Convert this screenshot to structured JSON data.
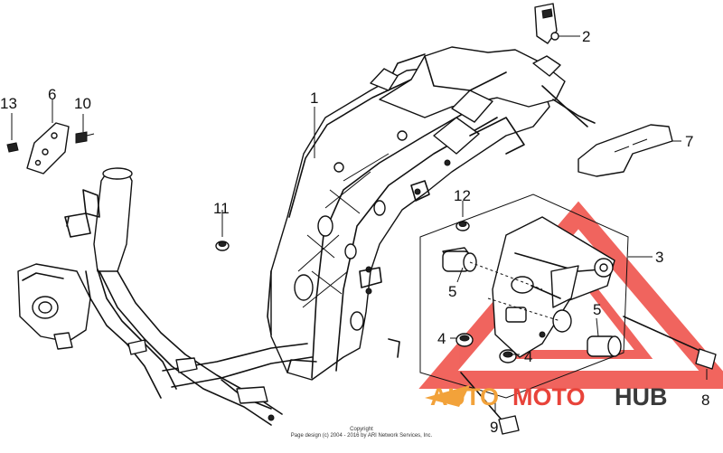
{
  "diagram": {
    "callouts": [
      "1",
      "2",
      "3",
      "4",
      "4",
      "5",
      "5",
      "6",
      "7",
      "8",
      "9",
      "10",
      "11",
      "12",
      "13"
    ]
  },
  "watermark": {
    "part1": "AUTO",
    "part2": "MOTO",
    "part3": "HUB",
    "colors": {
      "auto": "#f2a23a",
      "moto": "#e8433a",
      "hub": "#3a3a3a",
      "triangle": "#ee4a42"
    }
  },
  "copyright": {
    "line1": "Copyright",
    "line2": "Page design (c) 2004 - 2016 by ARI Network Services, Inc."
  }
}
